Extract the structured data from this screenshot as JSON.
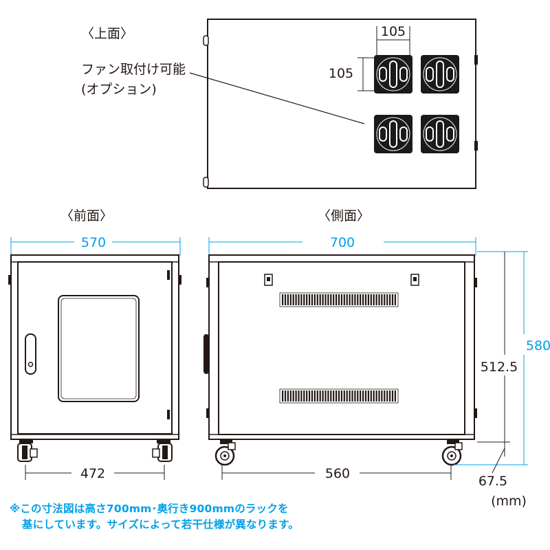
{
  "views": {
    "top_title": "〈上面〉",
    "front_title": "〈前面〉",
    "side_title": "〈側面〉"
  },
  "callout": {
    "line1": "ファン取付け可能",
    "line2": "(オプション)"
  },
  "dimensions": {
    "fan_width": "105",
    "fan_height": "105",
    "front_width": "570",
    "front_inner": "472",
    "side_depth": "700",
    "side_inner": "560",
    "height_total": "580",
    "height_body": "512.5",
    "caster_height": "67.5",
    "unit": "(mm)"
  },
  "note": {
    "line1": "※この寸法図は高さ700mm･奥行き900mmのラックを",
    "line2": "基にしています。サイズによって若干仕様が異なります。"
  },
  "colors": {
    "line": "#231815",
    "dimension_accent": "#00a0e9",
    "cabinet_fill": "#ffffff",
    "fan_fill": "#1a1a1a"
  }
}
